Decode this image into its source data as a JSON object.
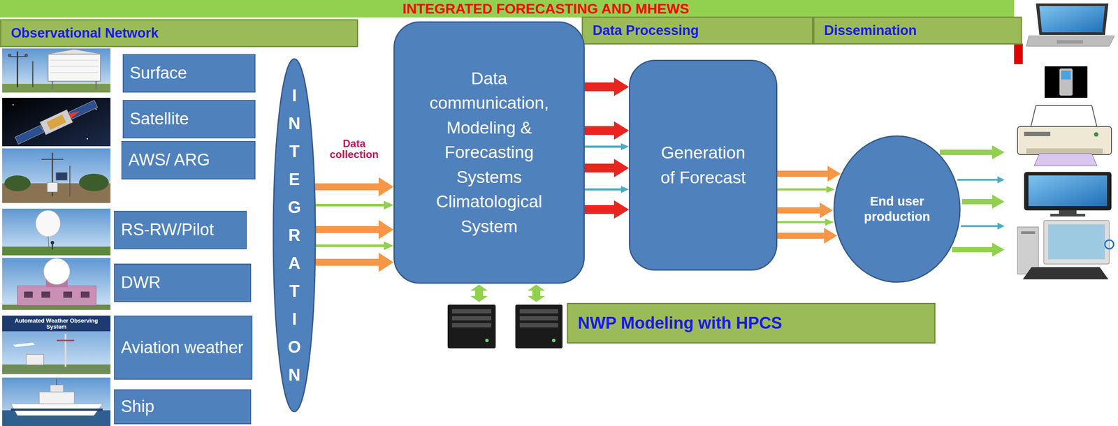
{
  "diagram": {
    "title": "INTEGRATED FORECASTING AND MHEWS",
    "nodes": [
      {
        "text": [
          "Observational Network"
        ]
      },
      {
        "text": [
          "Data Processing"
        ]
      },
      {
        "text": [
          "Dissemination"
        ]
      },
      {
        "text": [
          "Surface"
        ]
      },
      {
        "text": [
          "Satellite"
        ]
      },
      {
        "text": [
          "AWS/ ARG"
        ]
      },
      {
        "text": [
          "RS-RW/Pilot"
        ]
      },
      {
        "text": [
          "DWR"
        ]
      },
      {
        "text": [
          "Aviation weather"
        ]
      },
      {
        "text": [
          "Ship"
        ]
      },
      {
        "text": [
          "INTEGRATION"
        ]
      },
      {
        "text": [
          "Data communication, Modeling & Forecasting Systems Climatological System"
        ]
      },
      {
        "text": [
          "Generation of Forecast"
        ]
      },
      {
        "text": [
          "NWP Modeling with HPCS"
        ]
      },
      {
        "text": [
          "End user production"
        ]
      }
    ],
    "edges": [
      {
        "from": 10,
        "to": 11,
        "arrow": "to",
        "label": "Data collection"
      },
      {
        "from": 10,
        "to": 11,
        "arrow": "to"
      },
      {
        "from": 10,
        "to": 11,
        "arrow": "to"
      },
      {
        "from": 10,
        "to": 11,
        "arrow": "to"
      },
      {
        "from": 10,
        "to": 11,
        "arrow": "to"
      },
      {
        "from": 11,
        "to": 12,
        "arrow": "to"
      },
      {
        "from": 11,
        "to": 12,
        "arrow": "to"
      },
      {
        "from": 11,
        "to": 12,
        "arrow": "to"
      },
      {
        "from": 11,
        "to": 12,
        "arrow": "to"
      },
      {
        "from": 11,
        "to": 12,
        "arrow": "to"
      },
      {
        "from": 11,
        "to": 12,
        "arrow": "to"
      },
      {
        "from": 12,
        "to": 14,
        "arrow": "to"
      },
      {
        "from": 12,
        "to": 14,
        "arrow": "to"
      },
      {
        "from": 12,
        "to": 14,
        "arrow": "to"
      },
      {
        "from": 12,
        "to": 14,
        "arrow": "to"
      },
      {
        "from": 12,
        "to": 14,
        "arrow": "to"
      }
    ],
    "labels": [
      "Automated Weather Observing System"
    ]
  }
}
